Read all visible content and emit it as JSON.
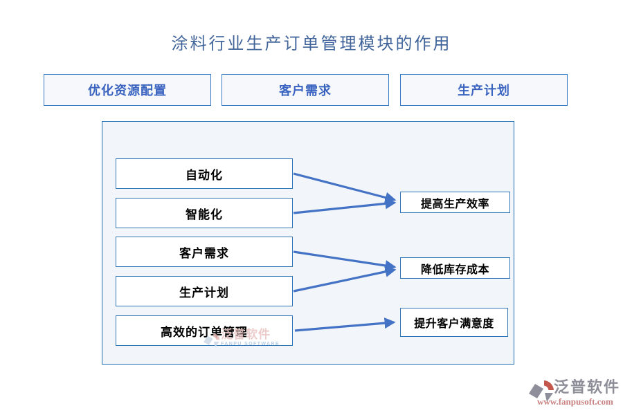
{
  "title": "涂料行业生产订单管理模块的作用",
  "top_boxes": [
    {
      "label": "优化资源配置"
    },
    {
      "label": "客户需求"
    },
    {
      "label": "生产计划"
    }
  ],
  "flow": {
    "sources": [
      {
        "label": "自动化"
      },
      {
        "label": "智能化"
      },
      {
        "label": "客户需求"
      },
      {
        "label": "生产计划"
      },
      {
        "label": "高效的订单管理"
      }
    ],
    "outcomes": [
      {
        "label": "提高生产效率"
      },
      {
        "label": "降低库存成本"
      },
      {
        "label": "提升客户满意度"
      }
    ],
    "connections": [
      {
        "from": "自动化",
        "to": "提高生产效率"
      },
      {
        "from": "智能化",
        "to": "提高生产效率"
      },
      {
        "from": "客户需求",
        "to": "降低库存成本"
      },
      {
        "from": "生产计划",
        "to": "降低库存成本"
      },
      {
        "from": "高效的订单管理",
        "to": "提升客户满意度"
      }
    ]
  },
  "watermark": {
    "name": "泛普软件",
    "caption": "FANPU SOFTWARE"
  },
  "brand": {
    "name": "泛普软件",
    "website": "www.fanpusoft.com"
  },
  "colors": {
    "title_text": "#41659a",
    "top_box_text": "#3a64c0",
    "top_box_border": "#3279c1",
    "panel_background": "#f2f6fa",
    "panel_border": "#196ab2",
    "box_border": "#2e75b6",
    "arrow": "#4472c4",
    "brand_gray": "#8e8e99",
    "brand_red": "#c4584c",
    "website_red": "#c98080"
  }
}
